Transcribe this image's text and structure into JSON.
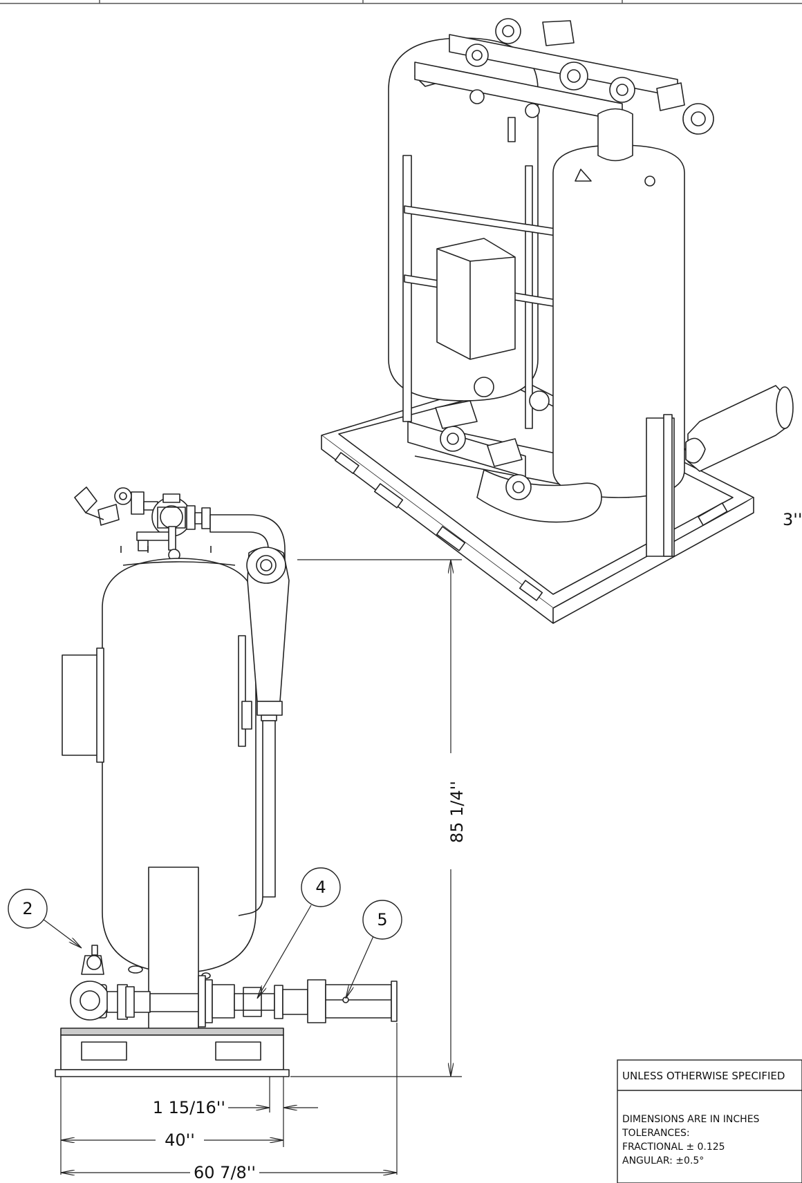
{
  "dimensions": {
    "height": "85 1/4''",
    "offset": "1 15/16''",
    "base_width": "40''",
    "overall_width": "60 7/8''",
    "side_note": "3''"
  },
  "balloons": [
    {
      "label": "2"
    },
    {
      "label": "4"
    },
    {
      "label": "5"
    }
  ],
  "title_block": {
    "heading": "UNLESS OTHERWISE SPECIFIED",
    "line1": "DIMENSIONS ARE IN INCHES",
    "line2": "TOLERANCES:",
    "line3": "FRACTIONAL ± 0.125",
    "line4": "ANGULAR: ±0.5°"
  }
}
